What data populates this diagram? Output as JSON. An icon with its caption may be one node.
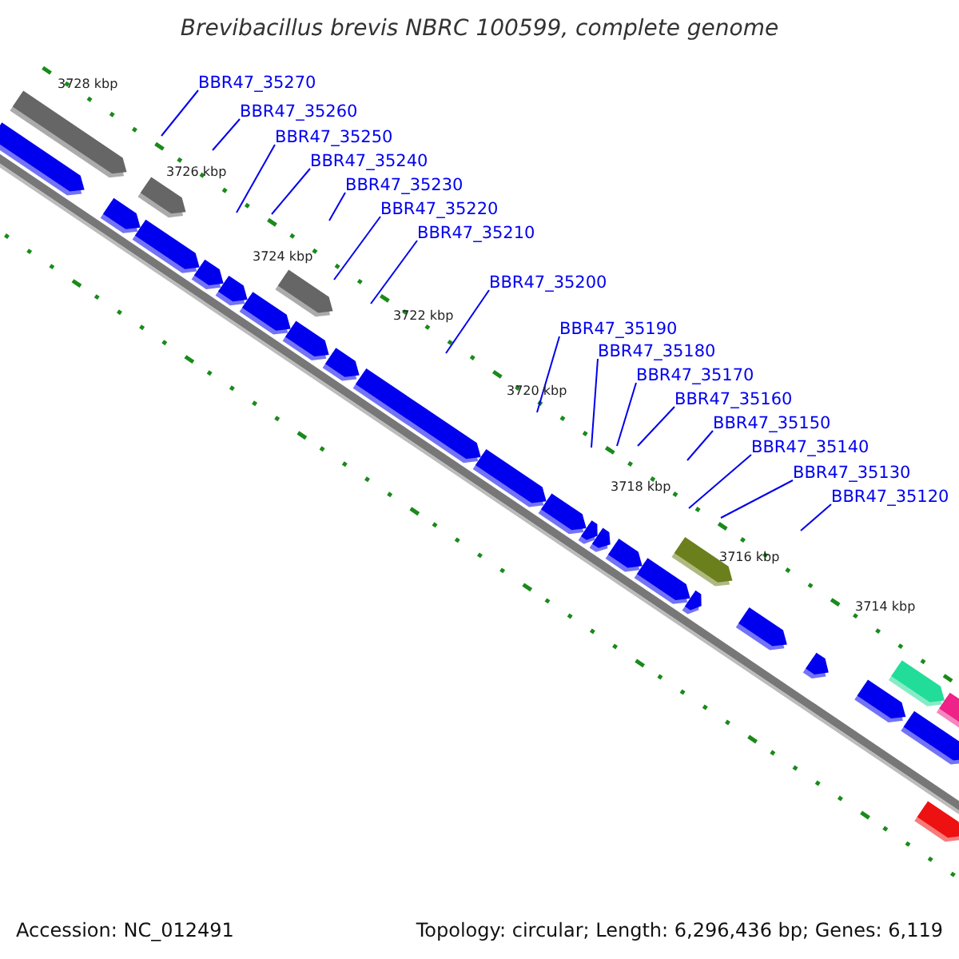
{
  "diagram": {
    "title": "Brevibacillus brevis NBRC 100599, complete genome",
    "nodes": [
      {
        "text": [
          "BBR47_35270"
        ]
      },
      {
        "text": [
          "BBR47_35260"
        ]
      },
      {
        "text": [
          "BBR47_35250"
        ]
      },
      {
        "text": [
          "BBR47_35240"
        ]
      },
      {
        "text": [
          "BBR47_35230"
        ]
      },
      {
        "text": [
          "BBR47_35220"
        ]
      },
      {
        "text": [
          "BBR47_35210"
        ]
      },
      {
        "text": [
          "BBR47_35200"
        ]
      },
      {
        "text": [
          "BBR47_35190"
        ]
      },
      {
        "text": [
          "BBR47_35180"
        ]
      },
      {
        "text": [
          "BBR47_35170"
        ]
      },
      {
        "text": [
          "BBR47_35160"
        ]
      },
      {
        "text": [
          "BBR47_35150"
        ]
      },
      {
        "text": [
          "BBR47_35140"
        ]
      },
      {
        "text": [
          "BBR47_35130"
        ]
      },
      {
        "text": [
          "BBR47_35120"
        ]
      }
    ],
    "edges": [
      {
        "from": 0,
        "to": null,
        "arrow": "none"
      },
      {
        "from": 1,
        "to": null,
        "arrow": "none"
      },
      {
        "from": 2,
        "to": null,
        "arrow": "none"
      },
      {
        "from": 3,
        "to": null,
        "arrow": "none"
      },
      {
        "from": 4,
        "to": null,
        "arrow": "none"
      },
      {
        "from": 5,
        "to": null,
        "arrow": "none"
      },
      {
        "from": 6,
        "to": null,
        "arrow": "none"
      },
      {
        "from": 7,
        "to": null,
        "arrow": "none"
      },
      {
        "from": 8,
        "to": null,
        "arrow": "none"
      },
      {
        "from": 9,
        "to": null,
        "arrow": "none"
      },
      {
        "from": 10,
        "to": null,
        "arrow": "none"
      },
      {
        "from": 11,
        "to": null,
        "arrow": "none"
      },
      {
        "from": 12,
        "to": null,
        "arrow": "none"
      },
      {
        "from": 13,
        "to": null,
        "arrow": "none"
      },
      {
        "from": 14,
        "to": null,
        "arrow": "none"
      },
      {
        "from": 15,
        "to": null,
        "arrow": "none"
      }
    ],
    "labels": [
      "3728 kbp",
      "3726 kbp",
      "3724 kbp",
      "3722 kbp",
      "3720 kbp",
      "3718 kbp",
      "3716 kbp",
      "3714 kbp",
      "Accession: NC_012491",
      "Topology: circular; Length: 6,296,436 bp; Genes: 6,119"
    ]
  }
}
